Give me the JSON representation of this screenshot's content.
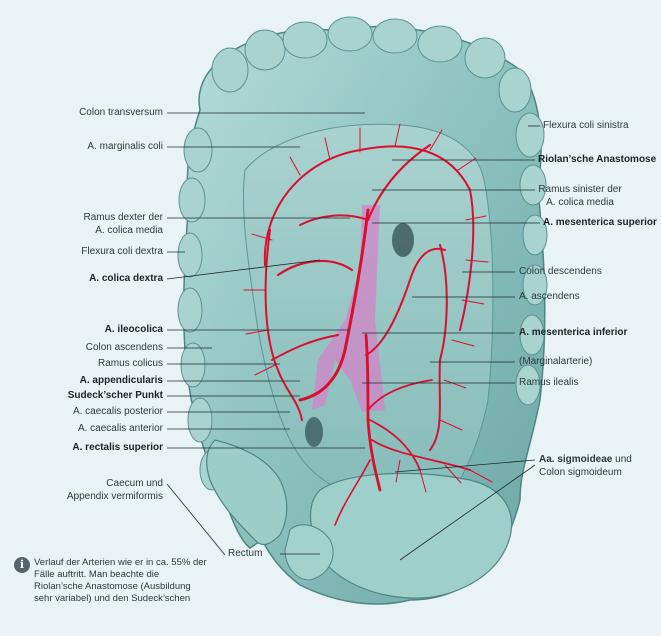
{
  "labels": {
    "colon_transversum": "Colon transversum",
    "a_marginalis_coli": "A. marginalis coli",
    "ramus_dexter_1": "Ramus dexter der",
    "ramus_dexter_2": "A. colica media",
    "flexura_coli_dextra": "Flexura coli dextra",
    "a_colica_dextra": "A. colica dextra",
    "a_ileocolica": "A. ileocolica",
    "colon_ascendens": "Colon ascendens",
    "ramus_colicus": "Ramus colicus",
    "a_appendicularis": "A. appendicularis",
    "sudeck_punkt": "Sudeck’scher Punkt",
    "a_caecalis_posterior": "A. caecalis posterior",
    "a_caecalis_anterior": "A. caecalis anterior",
    "a_rectalis_superior": "A. rectalis superior",
    "caecum_1": "Caecum und",
    "caecum_2": "Appendix vermiformis",
    "rectum": "Rectum",
    "flexura_coli_sinistra": "Flexura coli sinistra",
    "riolan_anastomose": "Riolan’sche Anastomose",
    "ramus_sinister_1": "Ramus sinister der",
    "ramus_sinister_2": "A. colica media",
    "a_mesenterica_superior": "A. mesenterica superior",
    "colon_descendens": "Colon descendens",
    "a_ascendens": "A. ascendens",
    "a_mesenterica_inferior": "A. mesenterica inferior",
    "marginalarterie": "(Marginalarterie)",
    "ramus_ilealis": "Ramus ilealis",
    "aa_sigmoideae": "Aa. sigmoideae",
    "aa_sigmoideae_und": " und",
    "colon_sigmoideum": "Colon sigmoideum"
  },
  "note": {
    "icon": "info-icon",
    "text": "Verlauf der Arterien wie er in ca. 55% der Fälle auftritt. Man beachte die Riolan’sche Anastomose (Ausbildung sehr variabel) und den Sudeck’schen"
  },
  "colors": {
    "background": "#e9f2f4",
    "colon": "#8fc3c2",
    "colon_dark": "#5e9a99",
    "colon_light": "#bfe0dd",
    "artery": "#d8102e",
    "vessel_region": "#d77fc9"
  }
}
